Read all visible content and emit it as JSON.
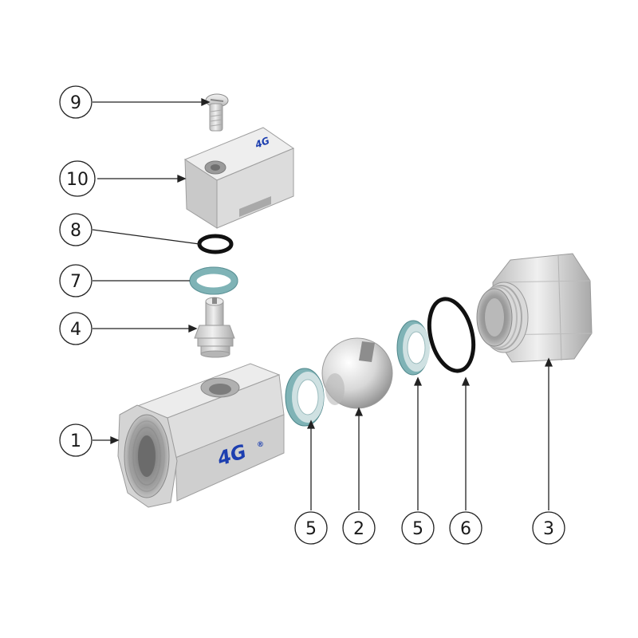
{
  "brand": {
    "logo_text": "4G",
    "registered_mark": "®",
    "logo_color": "#1d3fb0"
  },
  "callouts": [
    {
      "id": "c9",
      "label": "9"
    },
    {
      "id": "c10",
      "label": "10"
    },
    {
      "id": "c8",
      "label": "8"
    },
    {
      "id": "c7",
      "label": "7"
    },
    {
      "id": "c4",
      "label": "4"
    },
    {
      "id": "c1",
      "label": "1"
    },
    {
      "id": "c5a",
      "label": "5"
    },
    {
      "id": "c2",
      "label": "2"
    },
    {
      "id": "c5b",
      "label": "5"
    },
    {
      "id": "c6",
      "label": "6"
    },
    {
      "id": "c3",
      "label": "3"
    }
  ],
  "colors": {
    "metal_light": "#e6e6e6",
    "metal_mid": "#c8c8c8",
    "metal_dark": "#9a9a9a",
    "seal_teal": "#7fb3b6",
    "oring_black": "#111111"
  }
}
